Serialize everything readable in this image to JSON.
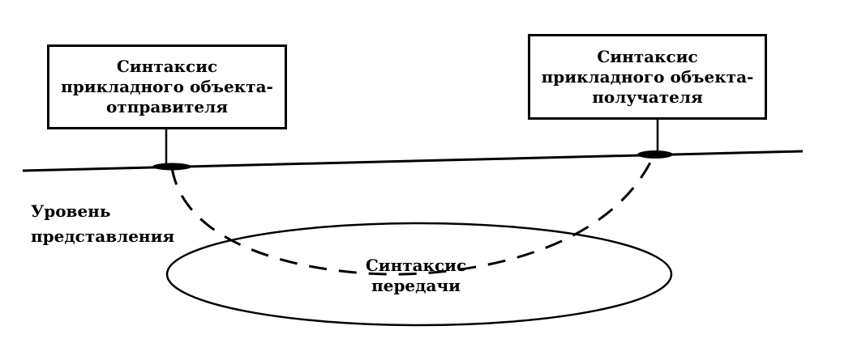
{
  "sender_box": {
    "line1": "Синтаксис",
    "line2": "прикладного объекта-",
    "line3": "отправителя"
  },
  "receiver_box": {
    "line1": "Синтаксис",
    "line2": "прикладного объекта-",
    "line3": "получателя"
  },
  "presentation_level": {
    "line1": "Уровень",
    "line2": "представления"
  },
  "transfer_syntax": {
    "line1": "Синтаксис",
    "line2": "передачи"
  },
  "colors": {
    "ink": "#000000",
    "background": "#ffffff"
  }
}
